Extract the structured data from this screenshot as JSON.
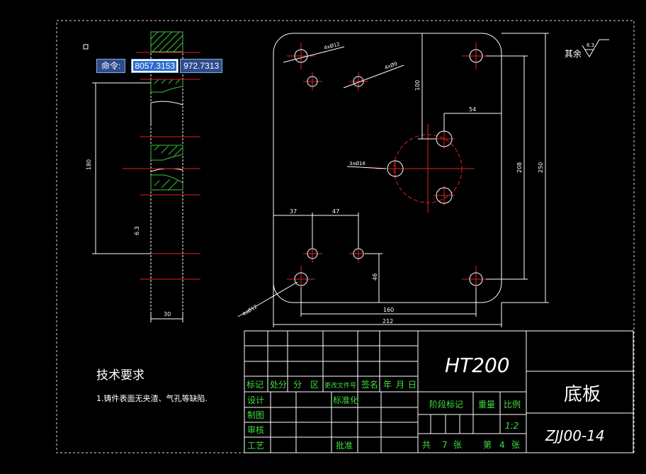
{
  "command": {
    "label": "命令:",
    "x_value": "8057.3153",
    "y_value": "972.7313"
  },
  "drawing": {
    "roughness": {
      "symbol_value": "6.3",
      "rest_label": "其余"
    },
    "dims": {
      "d4x12_top": "4xØ12",
      "d4x9": "4xØ9",
      "d100": "100",
      "d54": "54",
      "d3x16": "3xØ16",
      "d208": "208",
      "d250": "250",
      "d37": "37",
      "d47": "47",
      "d46": "46",
      "d160": "160",
      "d212": "212",
      "d4x12_bottom": "4xØ12",
      "d180": "180",
      "d30": "30",
      "d63_side": "6.3"
    },
    "tech_req": {
      "title": "技术要求",
      "line1": "1.铸件表面无夹渣、气孔等缺陷."
    },
    "title_block": {
      "material": "HT200",
      "part_name": "底板",
      "drawing_no": "ZJJ00-14",
      "headers": [
        "标记",
        "处分",
        "分",
        "区",
        "更改文件号",
        "签名",
        "年",
        "月",
        "日"
      ],
      "rows": [
        "设计",
        "制图",
        "审核",
        "工艺"
      ],
      "standardize": "标准化",
      "approve": "批准",
      "stage_mark": "阶段标记",
      "weight": "重量",
      "scale_label": "比例",
      "scale_value": "1:2",
      "sheets": {
        "total_prefix": "共",
        "total": "7",
        "unit1": "张",
        "current_prefix": "第",
        "current": "4",
        "unit2": "张"
      }
    }
  }
}
